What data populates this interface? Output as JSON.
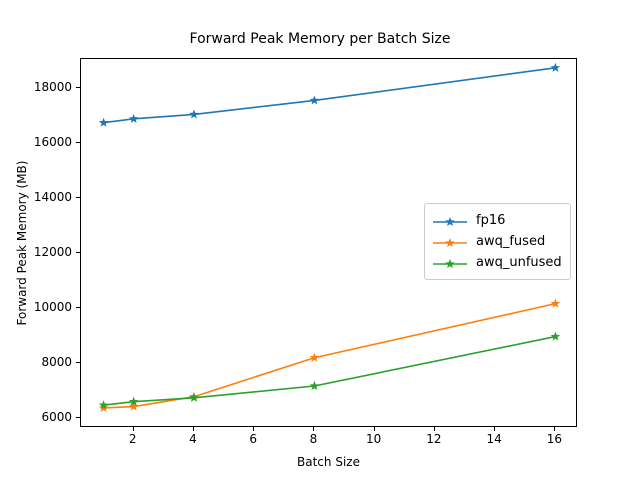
{
  "chart_data": {
    "type": "line",
    "title": "Forward Peak Memory per Batch Size",
    "xlabel": "Batch Size",
    "ylabel": "Forward Peak Memory (MB)",
    "x": [
      1,
      2,
      4,
      8,
      16
    ],
    "xlim": [
      0.25,
      16.75
    ],
    "ylim": [
      5620,
      19060
    ],
    "xticks": [
      2,
      4,
      6,
      8,
      10,
      12,
      14,
      16
    ],
    "xtick_labels": [
      "2",
      "4",
      "6",
      "8",
      "10",
      "12",
      "14",
      "16"
    ],
    "yticks": [
      6000,
      8000,
      10000,
      12000,
      14000,
      16000,
      18000
    ],
    "ytick_labels": [
      "6000",
      "8000",
      "10000",
      "12000",
      "14000",
      "16000",
      "18000"
    ],
    "grid": false,
    "legend_position": "center right",
    "marker": "star",
    "series": [
      {
        "name": "fp16",
        "color": "#1f77b4",
        "values": [
          16740,
          16880,
          17040,
          17550,
          18740
        ]
      },
      {
        "name": "awq_fused",
        "color": "#ff7f0e",
        "values": [
          6350,
          6400,
          6760,
          8180,
          10150
        ]
      },
      {
        "name": "awq_unfused",
        "color": "#2ca02c",
        "values": [
          6450,
          6580,
          6720,
          7150,
          8950
        ]
      }
    ]
  },
  "legend": {
    "entries": [
      {
        "label": "fp16"
      },
      {
        "label": "awq_fused"
      },
      {
        "label": "awq_unfused"
      }
    ]
  }
}
